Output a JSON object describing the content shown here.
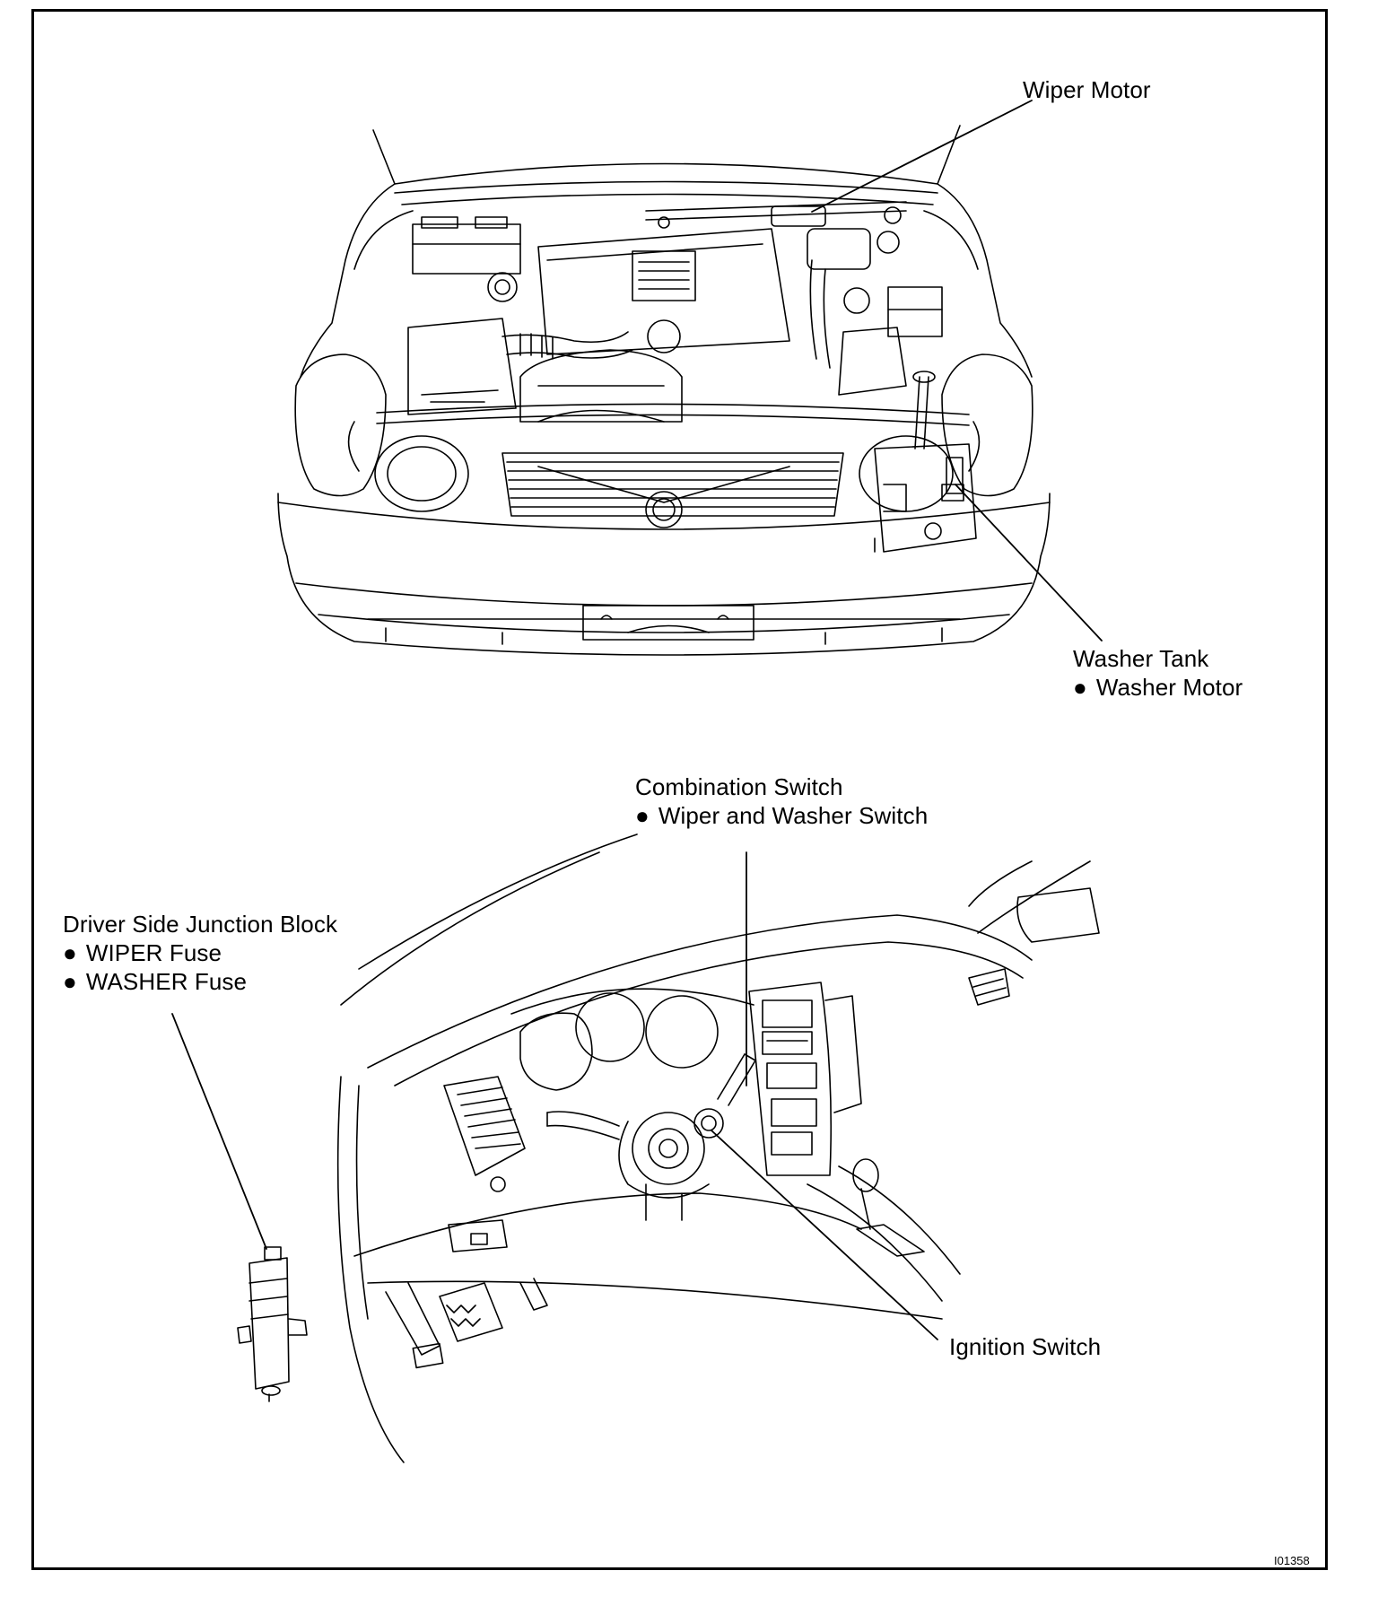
{
  "colors": {
    "line": "#000000",
    "background": "#ffffff"
  },
  "labels": {
    "wiper_motor": "Wiper Motor",
    "washer_tank": "Washer Tank",
    "washer_motor": "Washer Motor",
    "combination_switch": "Combination Switch",
    "wiper_washer_switch": "Wiper and Washer Switch",
    "junction_block": "Driver Side Junction Block",
    "wiper_fuse": "WIPER Fuse",
    "washer_fuse": "WASHER Fuse",
    "ignition_switch": "Ignition Switch"
  },
  "bullet": "●",
  "figure_id": "I01358"
}
